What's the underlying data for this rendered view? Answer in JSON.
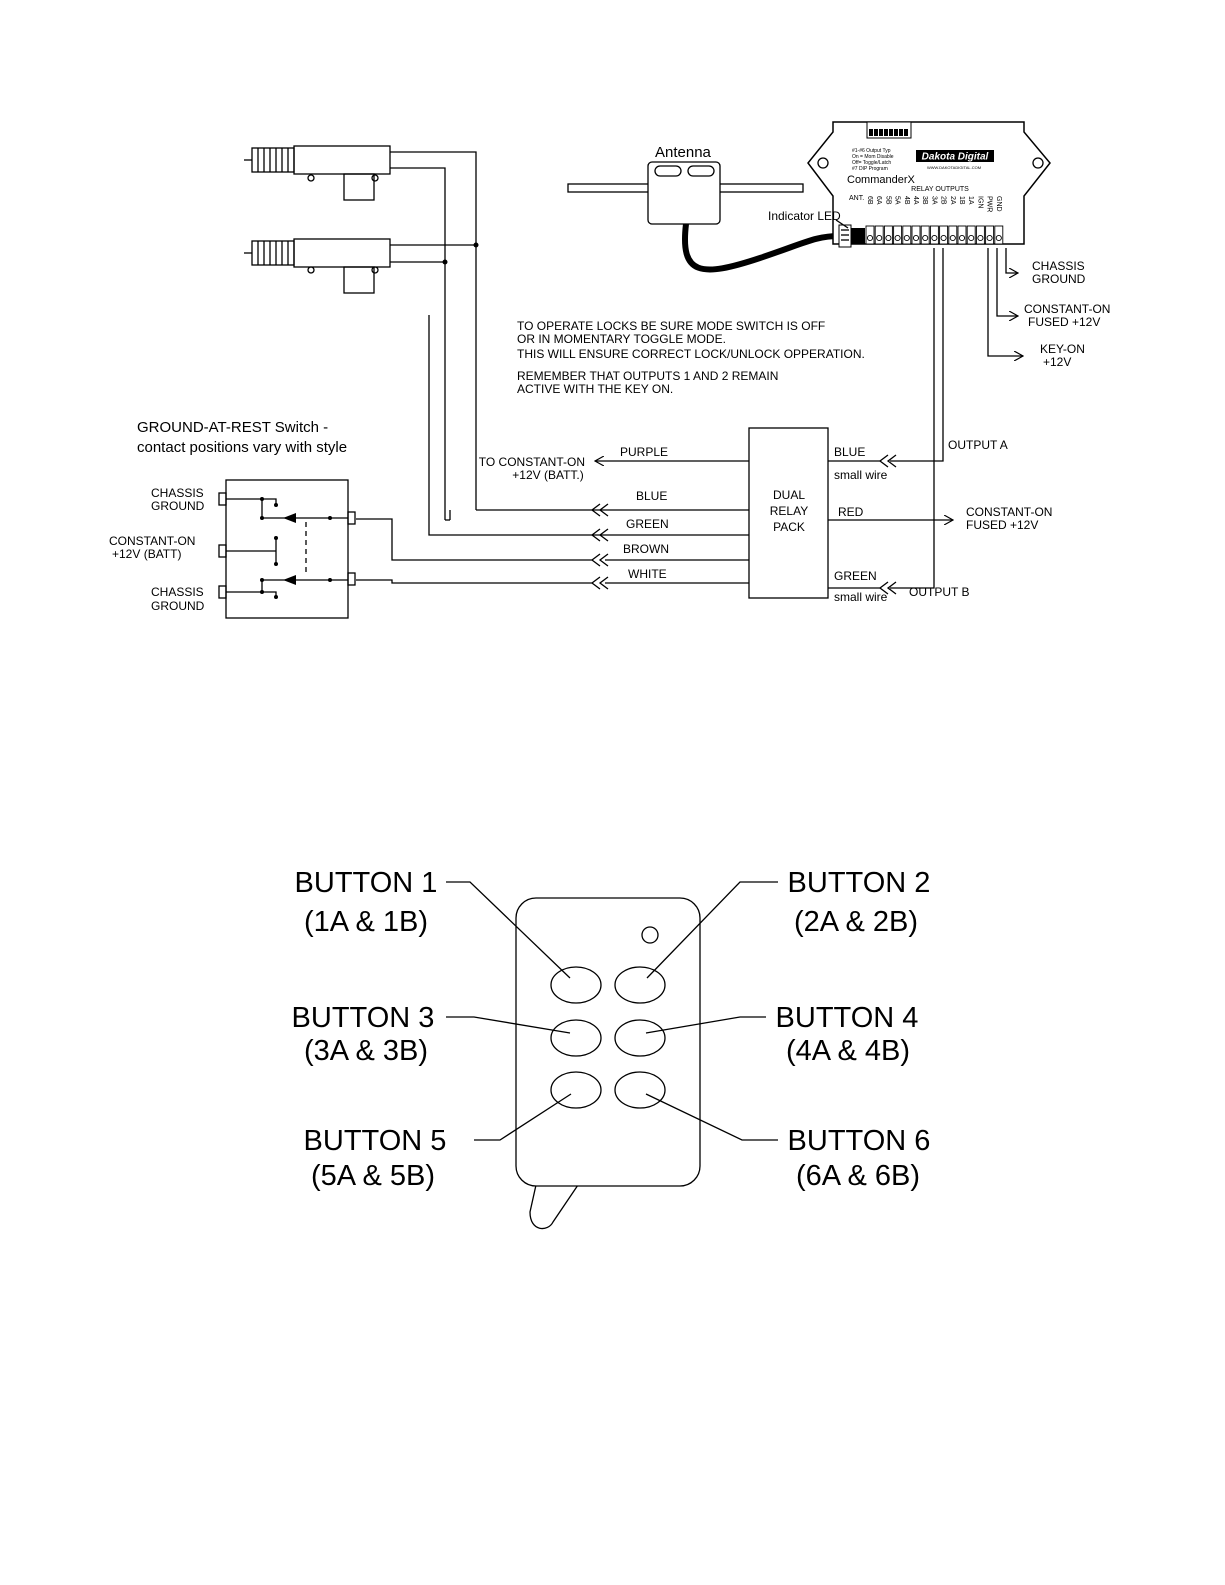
{
  "wiring": {
    "antenna_label": "Antenna",
    "module": {
      "brand": "Dakota Digital",
      "website": "WWW.DAKOTADIGITAL.COM",
      "model": "CommanderX",
      "relay_outputs_label": "RELAY OUTPUTS",
      "ant_label": "ANT.",
      "terminals": [
        "6B",
        "6A",
        "5B",
        "5A",
        "4B",
        "4A",
        "3B",
        "3A",
        "2B",
        "2A",
        "1B",
        "1A",
        "IGN",
        "PWR",
        "GND"
      ],
      "mode_notes": [
        "#1-#6 Output Typ",
        "On = Mom Disable",
        "Off= Toggle/Latch",
        "#7 DIP Program"
      ]
    },
    "indicator_led": "Indicator LED",
    "power": {
      "chassis_ground": [
        "CHASSIS",
        "GROUND"
      ],
      "constant_on": [
        "CONSTANT-ON",
        "FUSED +12V"
      ],
      "key_on": [
        "KEY-ON",
        "+12V"
      ]
    },
    "notes": [
      "TO OPERATE LOCKS BE SURE MODE SWITCH IS OFF",
      "OR  IN MOMENTARY TOGGLE MODE.",
      "THIS WILL ENSURE CORRECT LOCK/UNLOCK OPPERATION.",
      "REMEMBER THAT OUTPUTS 1 AND 2 REMAIN",
      "ACTIVE WITH THE KEY ON."
    ],
    "switch_title": [
      "GROUND-AT-REST Switch -",
      "contact positions vary with style"
    ],
    "switch_terminals": {
      "top": [
        "CHASSIS",
        "GROUND"
      ],
      "middle": [
        "CONSTANT-ON",
        "+12V  (BATT)"
      ],
      "bottom": [
        "CHASSIS",
        "GROUND"
      ]
    },
    "relay_pack": [
      "DUAL",
      "RELAY",
      "PACK"
    ],
    "to_constant_on": [
      "TO CONSTANT-ON",
      "+12V (BATT.)"
    ],
    "left_wires": [
      "PURPLE",
      "BLUE",
      "GREEN",
      "BROWN",
      "WHITE"
    ],
    "right_wires": {
      "blue": "BLUE",
      "red": "RED",
      "green": "GREEN",
      "small_wire": "small wire"
    },
    "output_a": "OUTPUT A",
    "output_b": "OUTPUT B",
    "red_destination": [
      "CONSTANT-ON",
      "FUSED +12V"
    ]
  },
  "remote": {
    "buttons": [
      {
        "name": "BUTTON 1",
        "pair": "(1A & 1B)"
      },
      {
        "name": "BUTTON 2",
        "pair": "(2A & 2B)"
      },
      {
        "name": "BUTTON 3",
        "pair": "(3A & 3B)"
      },
      {
        "name": "BUTTON 4",
        "pair": "(4A & 4B)"
      },
      {
        "name": "BUTTON 5",
        "pair": "(5A & 5B)"
      },
      {
        "name": "BUTTON 6",
        "pair": "(6A & 6B)"
      }
    ]
  }
}
